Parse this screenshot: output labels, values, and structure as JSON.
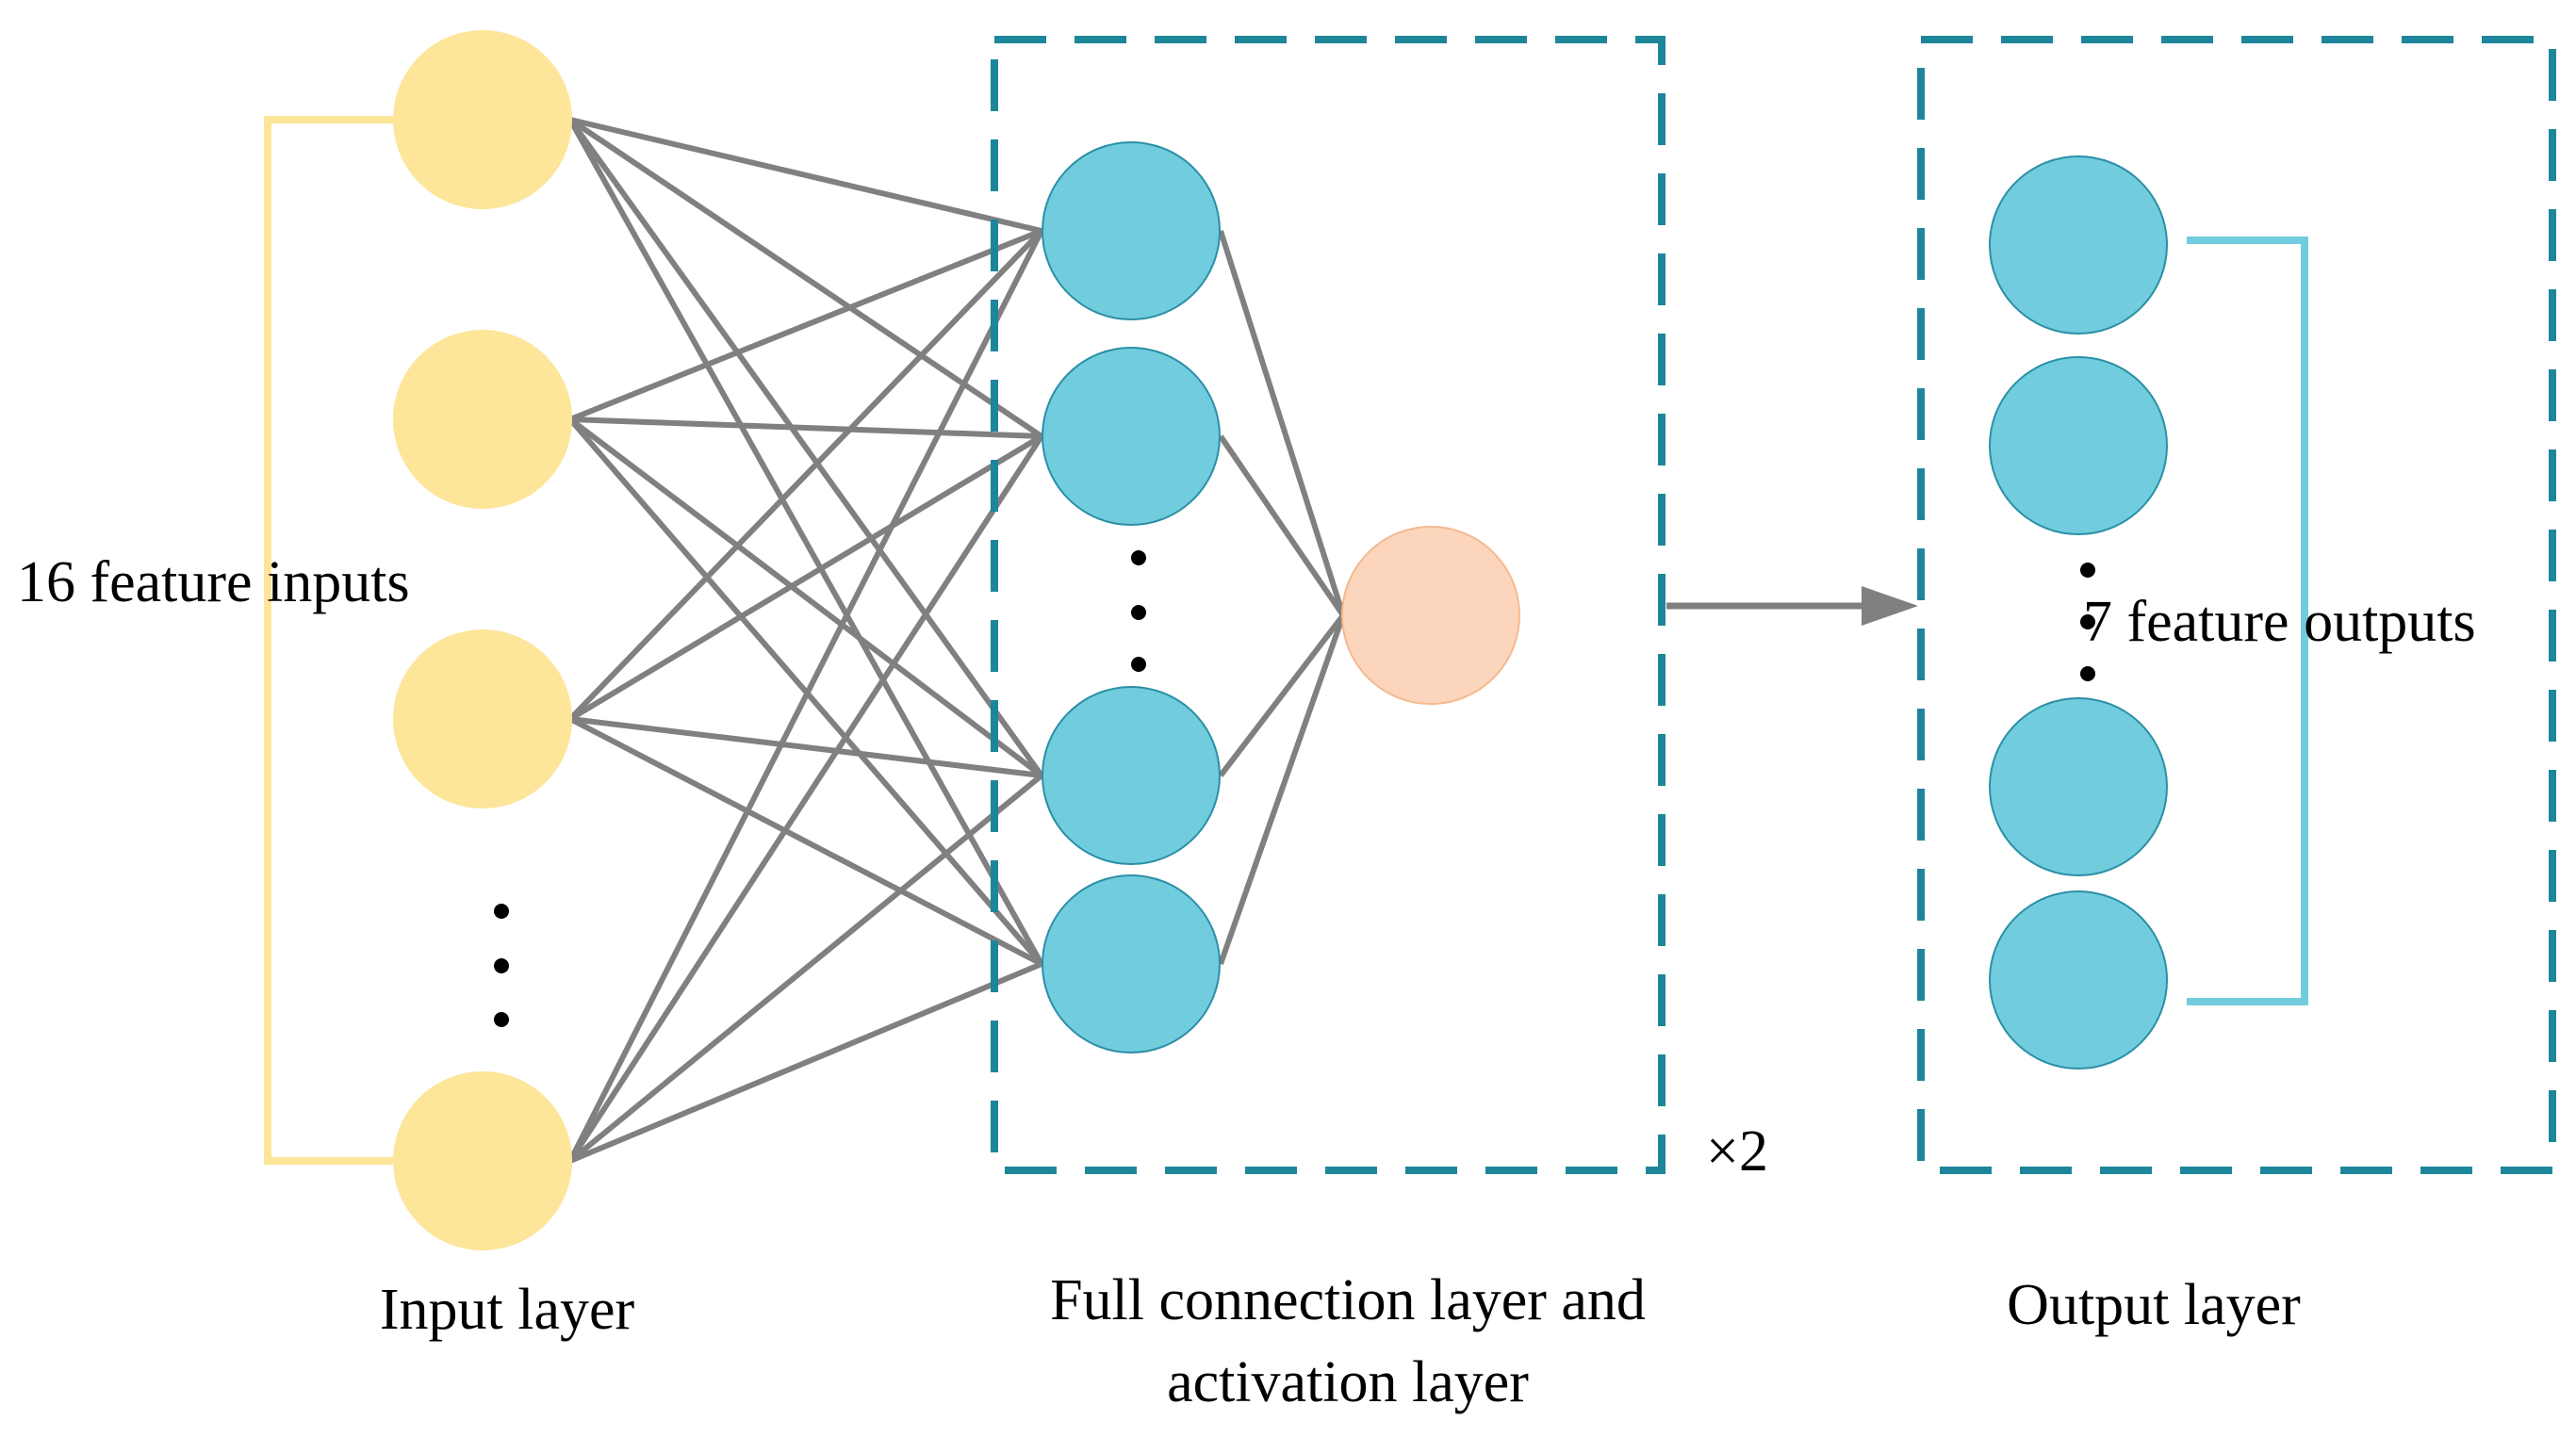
{
  "labels": {
    "input_count": "16 feature inputs",
    "output_count": "7 feature outputs",
    "repeat": "×2",
    "input_layer": "Input layer",
    "hidden_layer_line1": "Full connection layer and",
    "hidden_layer_line2": "activation layer",
    "output_layer": "Output layer"
  },
  "colors": {
    "input_node": "#FDE59A",
    "hidden_node": "#71CDDD",
    "hidden_node_stroke": "#2A8FA6",
    "activation_node": "#FCD6BC",
    "activation_node_stroke": "#F5B98E",
    "connection": "#808080",
    "dashed_box": "#1E869A",
    "input_bracket": "#FDE59A",
    "output_bracket": "#71CDDD"
  },
  "icons": {
    "ellipsis": "vertical-ellipsis",
    "arrow": "right-arrow"
  }
}
